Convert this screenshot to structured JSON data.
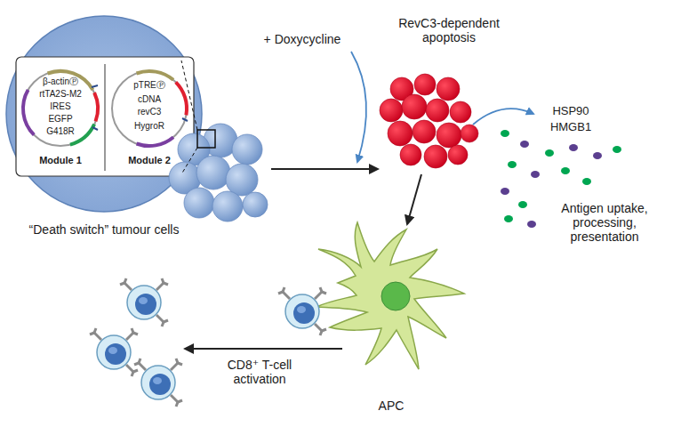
{
  "diagram": {
    "labels": [
      "β-actinⓅ",
      "rtTA2S-M2",
      "G418R",
      "IRES",
      "EGFP",
      "Module 1",
      "pTREⓅ",
      "cDNA",
      "revC3",
      "HygroR",
      "Module 2",
      "+ Doxycycline",
      "RevC3-dependent apoptosis",
      "HSP90",
      "HMGB1",
      "“Death switch” tumour cells",
      "Antigen uptake, processing, presentation",
      "CD8⁺ T-cell activation",
      "APC"
    ]
  }
}
